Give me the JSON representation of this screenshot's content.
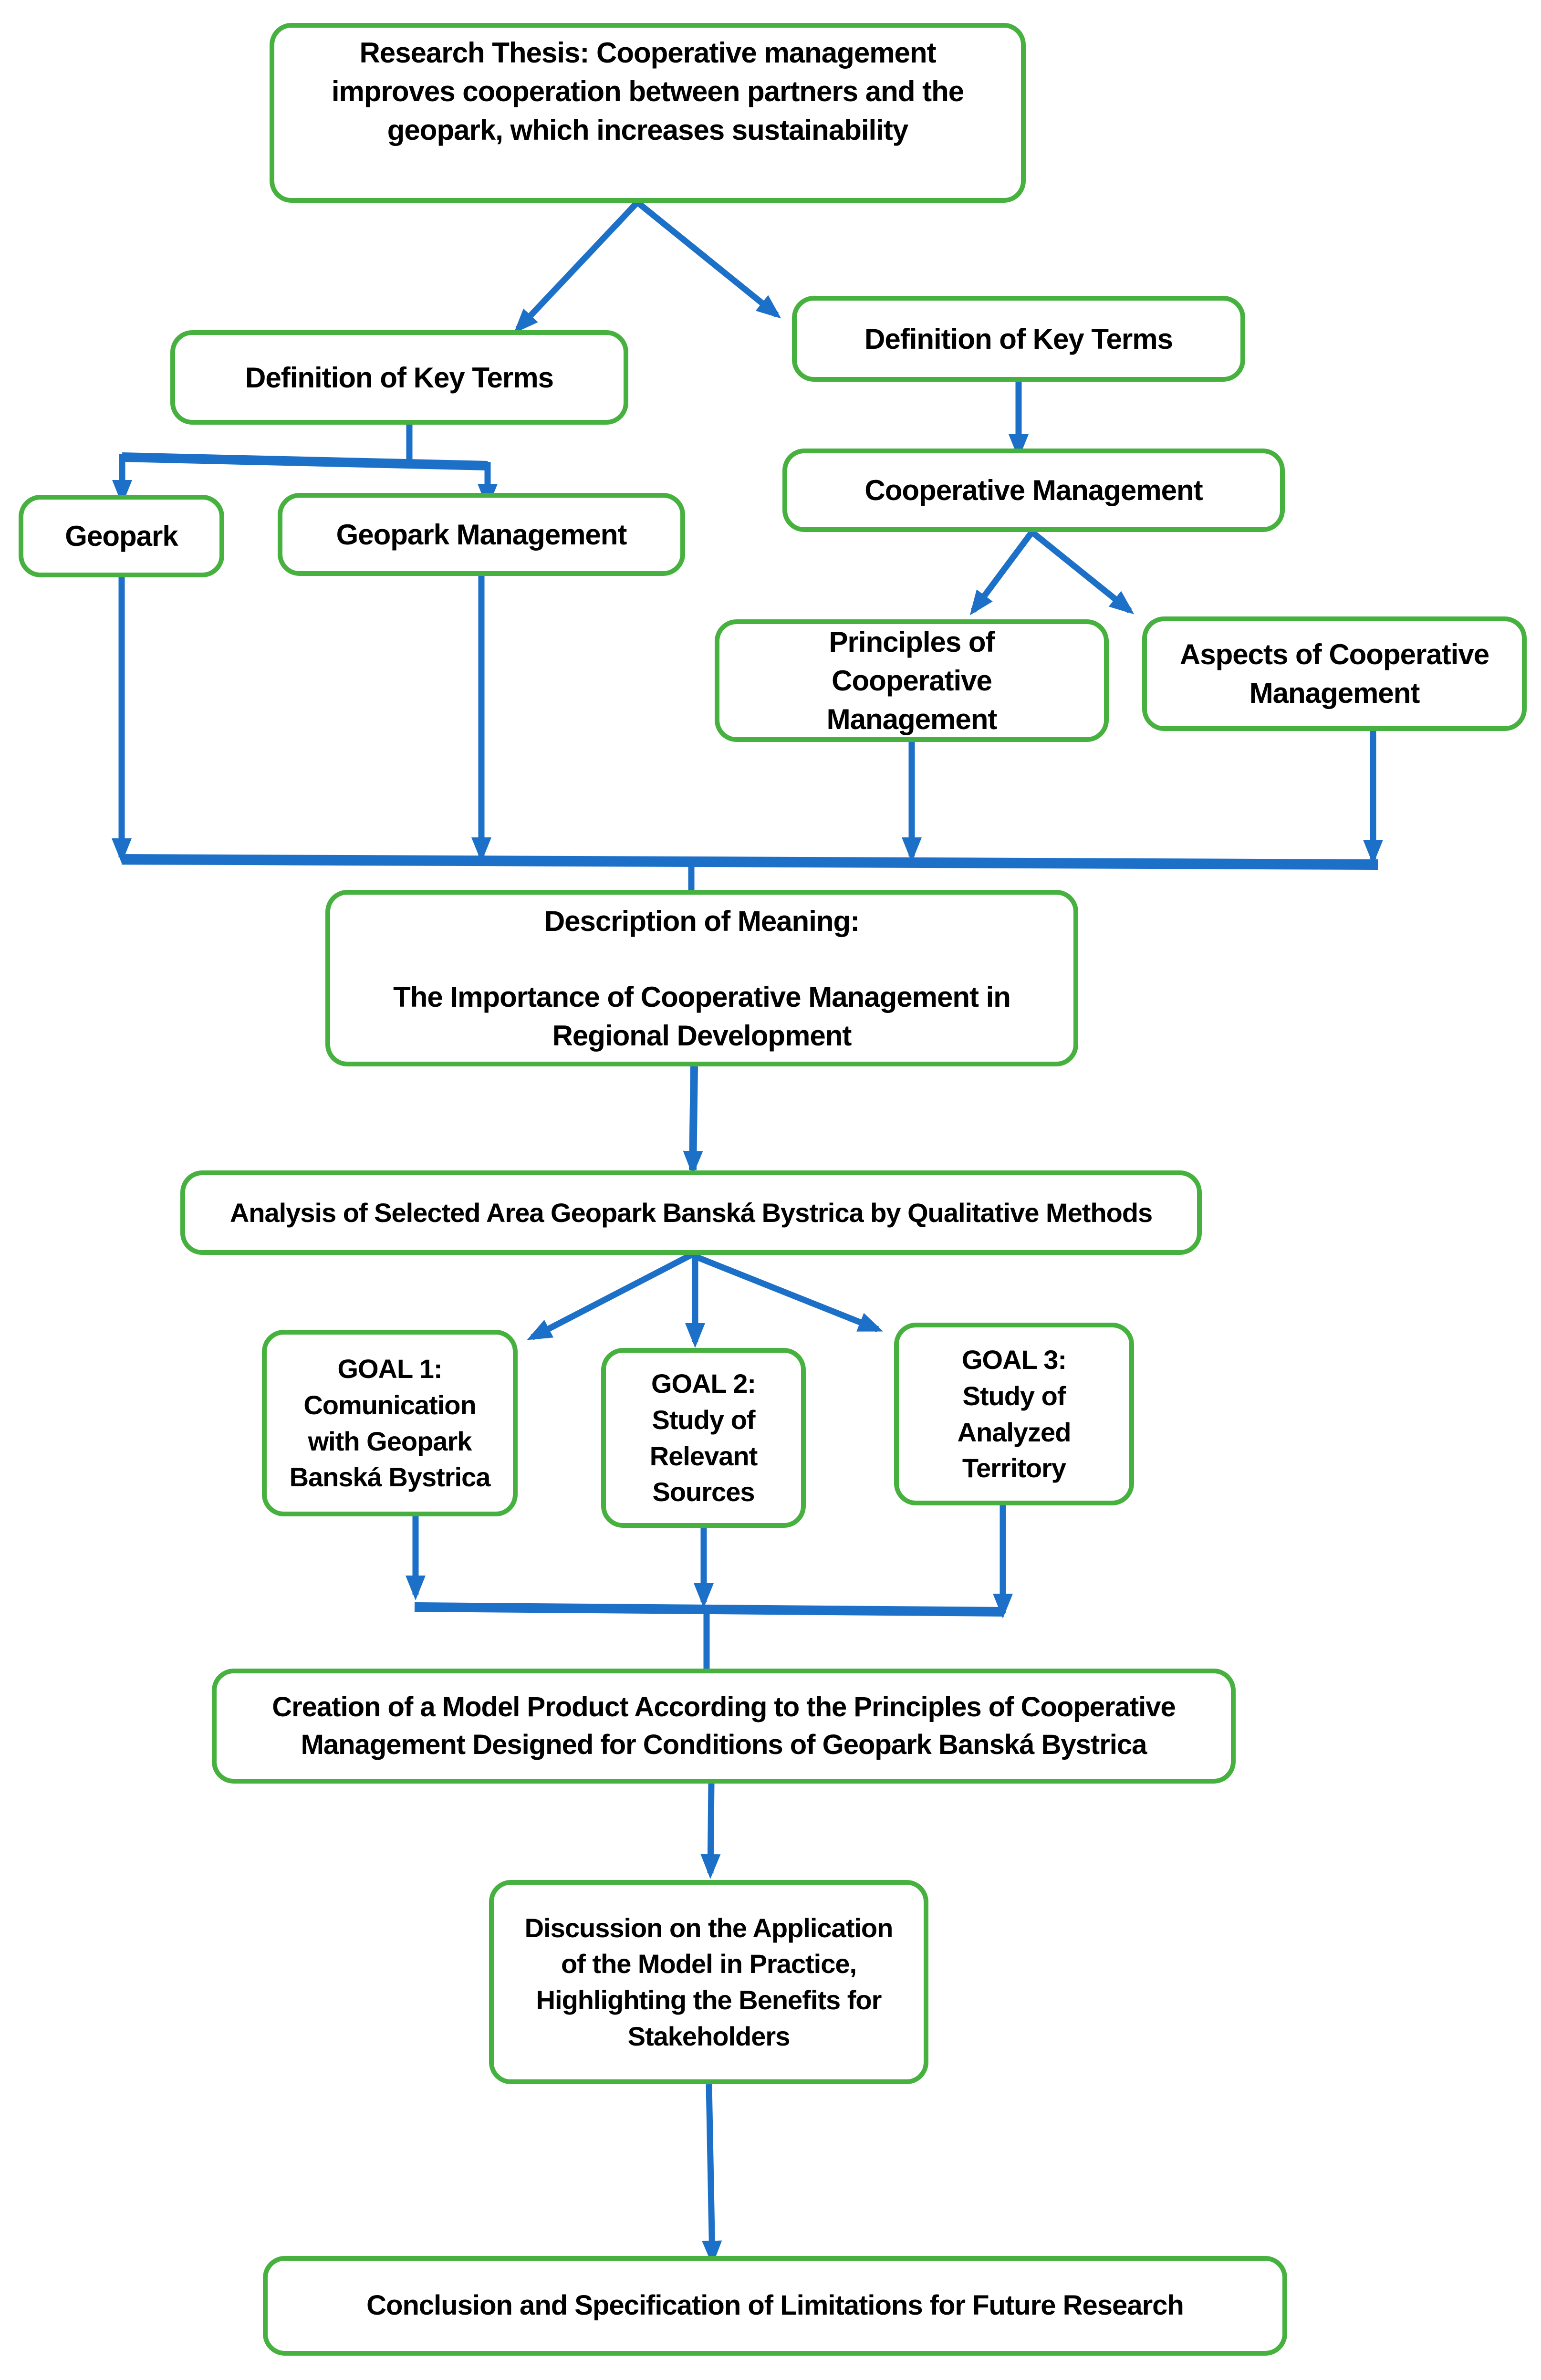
{
  "diagram": {
    "background": "#FFFFFF",
    "colors": {
      "box_border_green": "#46B13E",
      "arrow_blue": "#1C70C8",
      "text_black": "#000000"
    },
    "nodes": {
      "research": {
        "label": "Research Thesis: Cooperative management improves cooperation between partners and the geopark, which increases sustainability"
      },
      "definition_left": {
        "label": "Definition of Key Terms"
      },
      "definition_right": {
        "label": "Definition of Key Terms"
      },
      "geopark": {
        "label": "Geopark"
      },
      "geopark_management": {
        "label": "Geopark Management"
      },
      "cooperative_management": {
        "label": "Cooperative Management"
      },
      "principles": {
        "label": "Principles of Cooperative Management"
      },
      "aspects": {
        "label": "Aspects of Cooperative Management"
      },
      "description": {
        "title": "Description of Meaning:",
        "body": "The Importance of Cooperative Management in Regional Development"
      },
      "analysis": {
        "label": "Analysis of Selected Area Geopark Banská Bystrica by Qualitative Methods"
      },
      "goal1": {
        "title": "GOAL 1:",
        "body": "Comunication with Geopark Banská Bystrica"
      },
      "goal2": {
        "title": "GOAL 2:",
        "body": "Study of Relevant Sources"
      },
      "goal3": {
        "title": "GOAL 3:",
        "body": "Study of Analyzed Territory"
      },
      "creation": {
        "label": "Creation of a Model Product According to the Principles of Cooperative Management Designed for Conditions of Geopark Banská Bystrica"
      },
      "discussion": {
        "label": "Discussion on the Application of the Model in Practice, Highlighting the Benefits for Stakeholders"
      },
      "conclusion": {
        "label": "Conclusion and Specification of Limitations for Future Research"
      }
    }
  }
}
